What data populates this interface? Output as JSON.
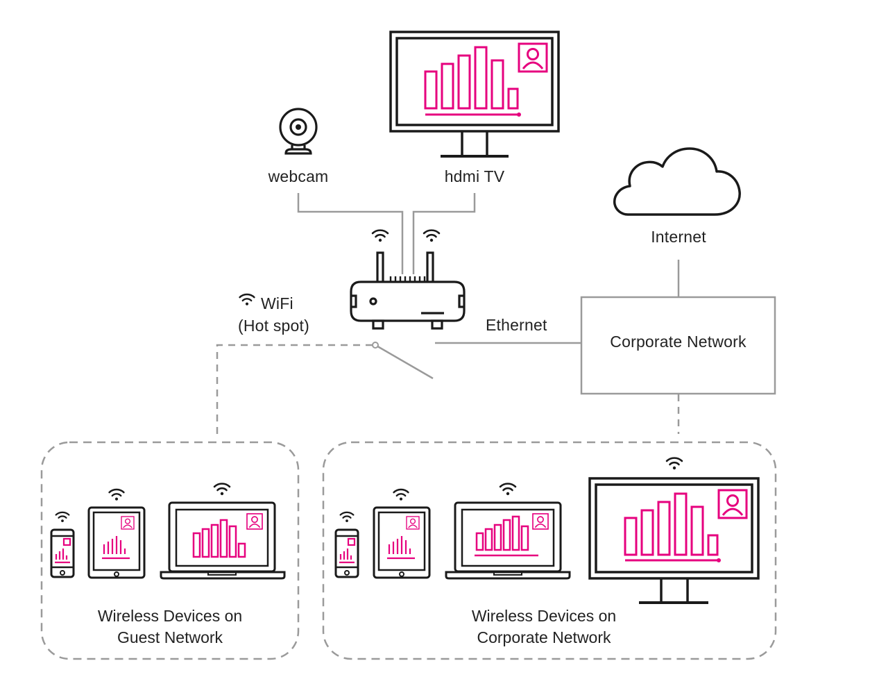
{
  "colors": {
    "accent": "#e6007e",
    "line": "#9a9a9a",
    "device": "#1a1a1a"
  },
  "labels": {
    "webcam": "webcam",
    "hdmi_tv": "hdmi TV",
    "internet": "Internet",
    "wifi": "WiFi",
    "hot_spot": "(Hot spot)",
    "ethernet": "Ethernet",
    "corporate_network": "Corporate Network",
    "guest_group_line1": "Wireless Devices on",
    "guest_group_line2": "Guest Network",
    "corp_group_line1": "Wireless Devices on",
    "corp_group_line2": "Corporate Network"
  },
  "icons": [
    "webcam-icon",
    "tv-icon",
    "cloud-icon",
    "router-icon",
    "wifi-icon",
    "phone-icon",
    "tablet-icon",
    "laptop-icon",
    "monitor-icon",
    "user-icon"
  ]
}
